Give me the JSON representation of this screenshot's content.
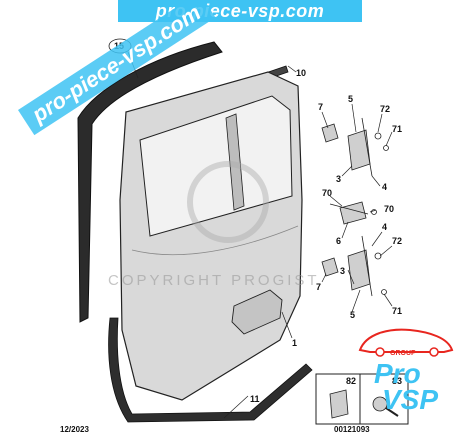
{
  "banner": {
    "text": "pro-piece-vsp.com"
  },
  "watermarks": {
    "diagonal": "pro-piece-vsp.com",
    "copyright": "COPYRIGHT PROGIST"
  },
  "callouts": {
    "c15": "15",
    "c10": "10",
    "c7a": "7",
    "c5a": "5",
    "c72a": "72",
    "c71a": "71",
    "c3a": "3",
    "c4a": "4",
    "c70a": "70",
    "c70b": "70",
    "c6": "6",
    "c7b": "7",
    "c3b": "3",
    "c4b": "4",
    "c72b": "72",
    "c5b": "5",
    "c71b": "71",
    "c1": "1",
    "c11": "11",
    "c82": "82",
    "c83": "83"
  },
  "footer": {
    "date": "12/2023",
    "reference": "00121093"
  },
  "logo": {
    "group": "GROUP",
    "pro": "Pro",
    "vsp": "VSP"
  },
  "colors": {
    "banner": "#3ec3f3",
    "brand_red": "#e8261f",
    "door_fill": "#d9d9d9",
    "line": "#222222"
  }
}
